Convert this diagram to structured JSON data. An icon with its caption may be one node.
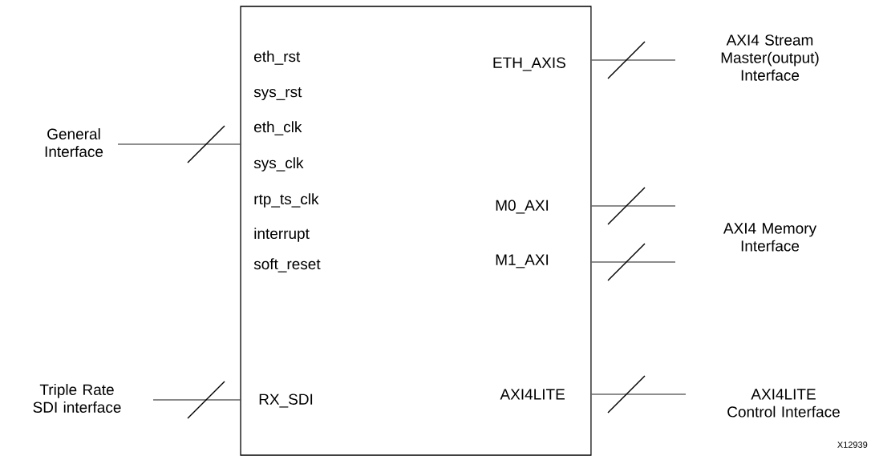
{
  "diagram": {
    "nodes": [
      {
        "text": [
          "eth_rst",
          "sys_rst",
          "eth_clk",
          "sys_clk",
          "rtp_ts_clk",
          "interrupt",
          "soft_reset",
          "RX_SDI",
          "ETH_AXIS",
          "M0_AXI",
          "M1_AXI",
          "AXI4LITE"
        ]
      },
      {
        "text": [
          "General Interface"
        ]
      },
      {
        "text": [
          "Triple Rate SDI interface"
        ]
      },
      {
        "text": [
          "AXI4 Stream Master(output) Interface"
        ]
      },
      {
        "text": [
          "AXI4 Memory Interface"
        ]
      },
      {
        "text": [
          "AXI4LITE Control Interface"
        ]
      }
    ],
    "edges": [
      {
        "from": 1,
        "to": 0,
        "arrow": "none"
      },
      {
        "from": 2,
        "to": 0,
        "arrow": "none"
      },
      {
        "from": 0,
        "to": 3,
        "arrow": "none"
      },
      {
        "from": 0,
        "to": 4,
        "arrow": "none"
      },
      {
        "from": 0,
        "to": 4,
        "arrow": "none"
      },
      {
        "from": 0,
        "to": 5,
        "arrow": "none"
      }
    ],
    "labels": [
      "X12939"
    ]
  }
}
